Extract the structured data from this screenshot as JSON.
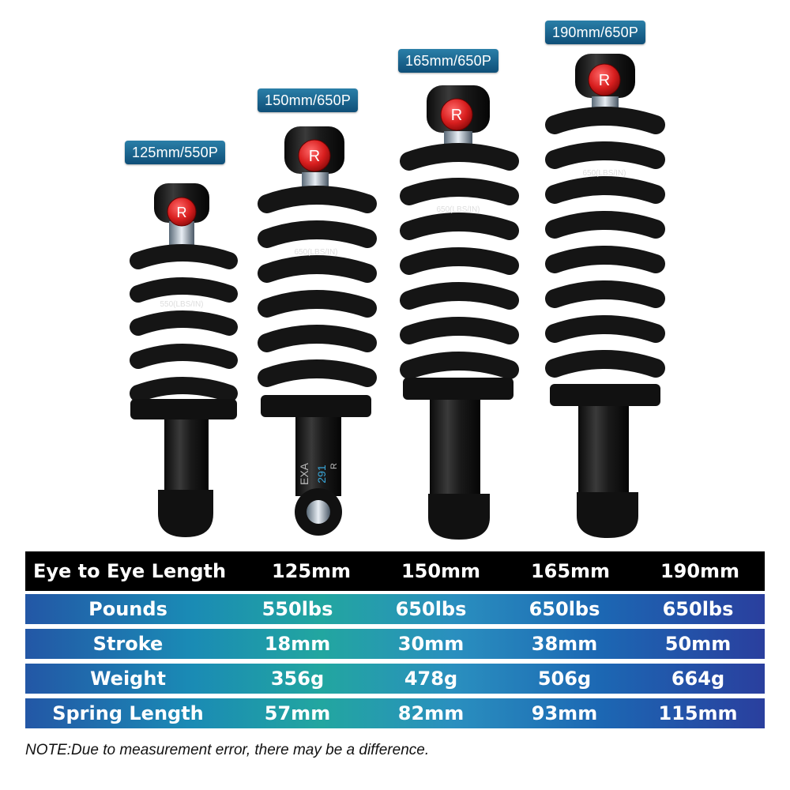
{
  "product_tags": [
    "125mm/550P",
    "150mm/650P",
    "165mm/650P",
    "190mm/650P"
  ],
  "spring_labels": [
    "550(LBS/IN)",
    "650(LBS/IN)",
    "650(LBS/IN)",
    "650(LBS/IN)"
  ],
  "body_labels": [
    "EXA",
    "291",
    "R"
  ],
  "table": {
    "header": {
      "label": "Eye to Eye Length",
      "values": [
        "125mm",
        "150mm",
        "165mm",
        "190mm"
      ]
    },
    "rows": [
      {
        "label": "Pounds",
        "values": [
          "550lbs",
          "650lbs",
          "650lbs",
          "650lbs"
        ]
      },
      {
        "label": "Stroke",
        "values": [
          "18mm",
          "30mm",
          "38mm",
          "50mm"
        ]
      },
      {
        "label": "Weight",
        "values": [
          "356g",
          "478g",
          "506g",
          "664g"
        ]
      },
      {
        "label": "Spring Length",
        "values": [
          "57mm",
          "82mm",
          "93mm",
          "115mm"
        ]
      }
    ]
  },
  "note": "NOTE:Due to measurement error, there may be a difference.",
  "colors": {
    "tag_bg": "#1a6a94",
    "cap_red": "#e02a2a",
    "spring": "#151515",
    "header_bg": "#000000"
  }
}
